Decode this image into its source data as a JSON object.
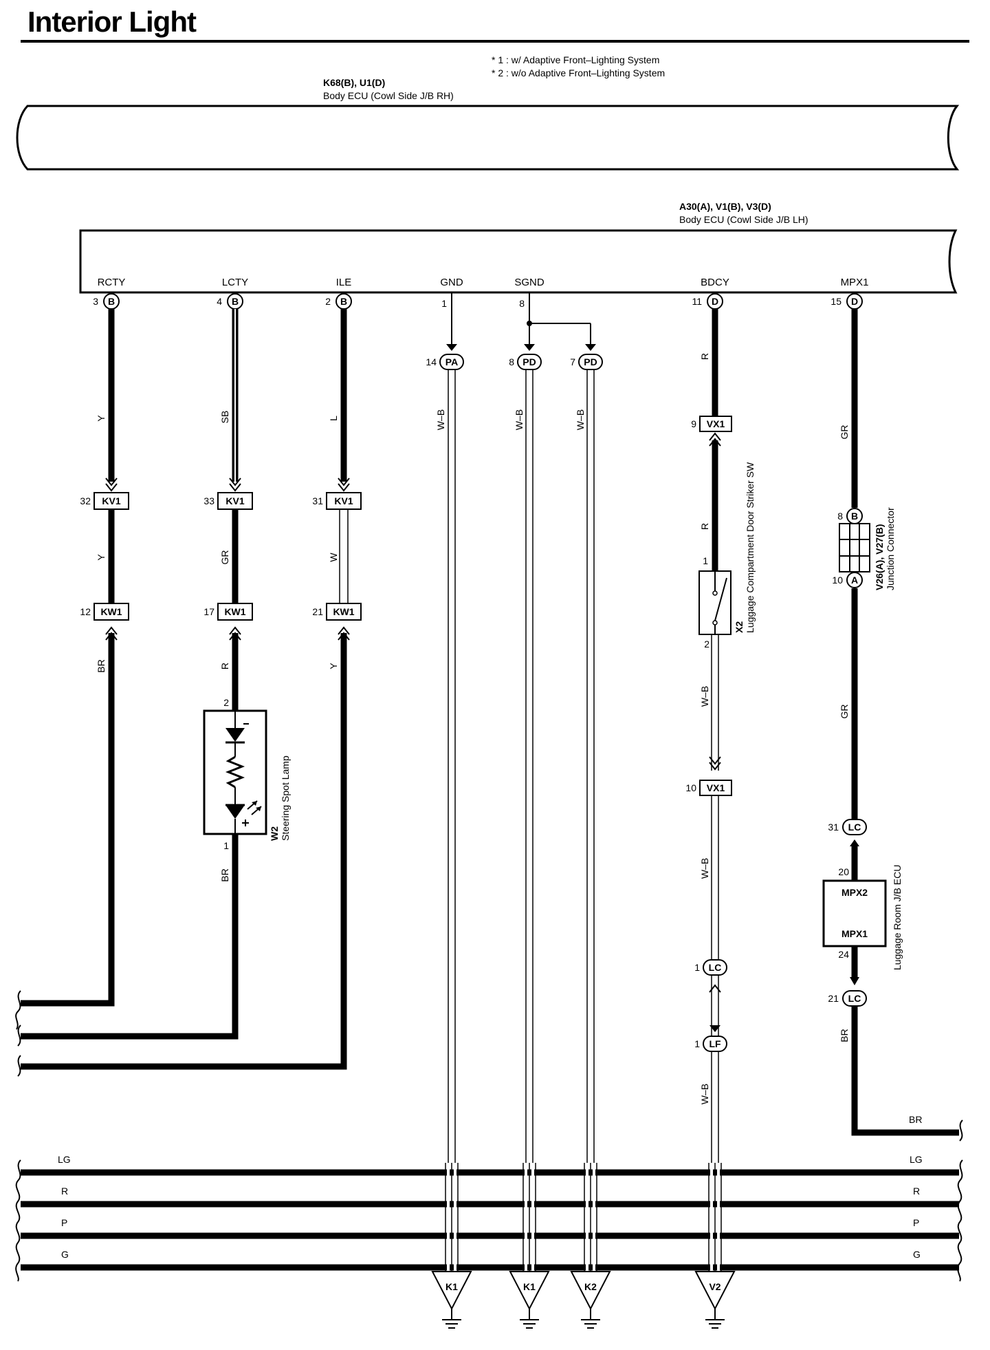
{
  "title": "Interior Light",
  "notes": [
    "* 1 : w/ Adaptive Front–Lighting System",
    "* 2 : w/o Adaptive Front–Lighting System"
  ],
  "ecu_rh": {
    "code": "K68(B), U1(D)",
    "name": "Body ECU (Cowl Side J/B RH)"
  },
  "ecu_lh": {
    "code": "A30(A), V1(B), V3(D)",
    "name": "Body ECU (Cowl Side J/B LH)"
  },
  "terminals": [
    {
      "name": "RCTY",
      "pin": "3",
      "conn": "B"
    },
    {
      "name": "LCTY",
      "pin": "4",
      "conn": "B"
    },
    {
      "name": "ILE",
      "pin": "2",
      "conn": "B"
    },
    {
      "name": "GND",
      "pin": "1",
      "conn": ""
    },
    {
      "name": "SGND",
      "pin": "8",
      "conn": ""
    },
    {
      "name": "BDCY",
      "pin": "11",
      "conn": "D"
    },
    {
      "name": "MPX1",
      "pin": "15",
      "conn": "D"
    }
  ],
  "pins": {
    "pa14": "14",
    "pd8": "8",
    "pd7": "7",
    "kv1_32": "32",
    "kv1_33": "33",
    "kv1_31": "31",
    "kw1_12": "12",
    "kw1_17": "17",
    "kw1_21": "21",
    "vx1_9": "9",
    "vx1_10": "10",
    "lamp_2": "2",
    "lamp_1": "1",
    "sw_1": "1",
    "sw_2": "2",
    "jc_8": "8",
    "jc_10": "10",
    "lc_31": "31",
    "ecu_20": "20",
    "ecu_24": "24",
    "lc_21": "21",
    "lc_1": "1",
    "lf_1": "1"
  },
  "connectors": {
    "PA": "PA",
    "PD": "PD",
    "KV1": "KV1",
    "KW1": "KW1",
    "VX1": "VX1",
    "LC": "LC",
    "LF": "LF",
    "B": "B",
    "A": "A"
  },
  "wire_colors": {
    "y": "Y",
    "sb": "SB",
    "l": "L",
    "wb": "W–B",
    "r": "R",
    "gr": "GR",
    "w": "W",
    "br": "BR",
    "lg": "LG",
    "p": "P",
    "g": "G"
  },
  "components": {
    "lamp_code": "W2",
    "lamp_name": "Steering Spot Lamp",
    "switch_code": "X2",
    "switch_name": "Luggage Compartment Door Striker SW",
    "jc_code": "V26(A), V27(B)",
    "jc_name": "Junction Connector",
    "ecu_name": "Luggage Room J/B ECU",
    "ecu_mpx2": "MPX2",
    "ecu_mpx1": "MPX1"
  },
  "grounds": [
    "K1",
    "K1",
    "K2",
    "V2"
  ]
}
